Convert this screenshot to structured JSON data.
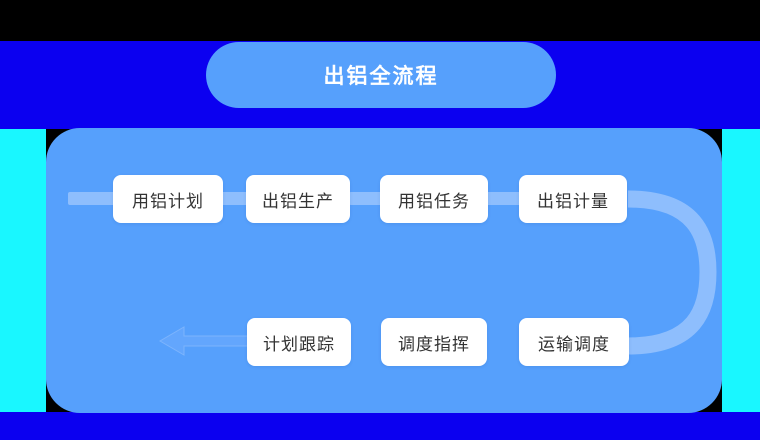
{
  "header": {
    "title": "出铝全流程"
  },
  "flow": {
    "row1": [
      {
        "label": "用铝计划",
        "name": "node-aluminum-usage-plan"
      },
      {
        "label": "出铝生产",
        "name": "node-aluminum-tapping-production"
      },
      {
        "label": "用铝任务",
        "name": "node-aluminum-usage-task"
      },
      {
        "label": "出铝计量",
        "name": "node-aluminum-tapping-metering"
      }
    ],
    "row2": [
      {
        "label": "计划跟踪",
        "name": "node-plan-tracking"
      },
      {
        "label": "调度指挥",
        "name": "node-dispatch-command"
      },
      {
        "label": "运输调度",
        "name": "node-transport-scheduling"
      }
    ],
    "connectors": {
      "bar_label": "connector-bar",
      "arc_label": "curved-connector",
      "arrow_label": "left-arrow-connector"
    }
  },
  "colors": {
    "panel_blue": "#56A0FC",
    "connector_blue": "#8EBEFD",
    "box_white": "#FFFFFF",
    "text_dark": "#333333",
    "title_text": "#FFFFFF",
    "band_blue": "#0B00F0",
    "band_cyan": "#19F7FF"
  }
}
